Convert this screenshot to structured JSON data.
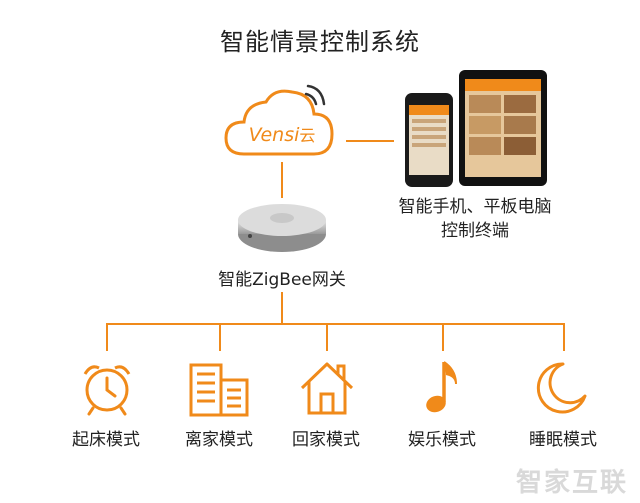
{
  "title": "智能情景控制系统",
  "cloud": {
    "brand": "Vensi",
    "suffix": "云"
  },
  "devices": {
    "line1": "智能手机、平板电脑",
    "line2": "控制终端"
  },
  "gateway": {
    "label": "智能ZigBee网关"
  },
  "modes": [
    {
      "label": "起床模式",
      "icon": "alarm-clock-icon"
    },
    {
      "label": "离家模式",
      "icon": "buildings-icon"
    },
    {
      "label": "回家模式",
      "icon": "house-icon"
    },
    {
      "label": "娱乐模式",
      "icon": "music-note-icon"
    },
    {
      "label": "睡眠模式",
      "icon": "moon-icon"
    }
  ],
  "watermark": "智家互联",
  "colors": {
    "accent": "#f08a1a",
    "text": "#222222"
  }
}
